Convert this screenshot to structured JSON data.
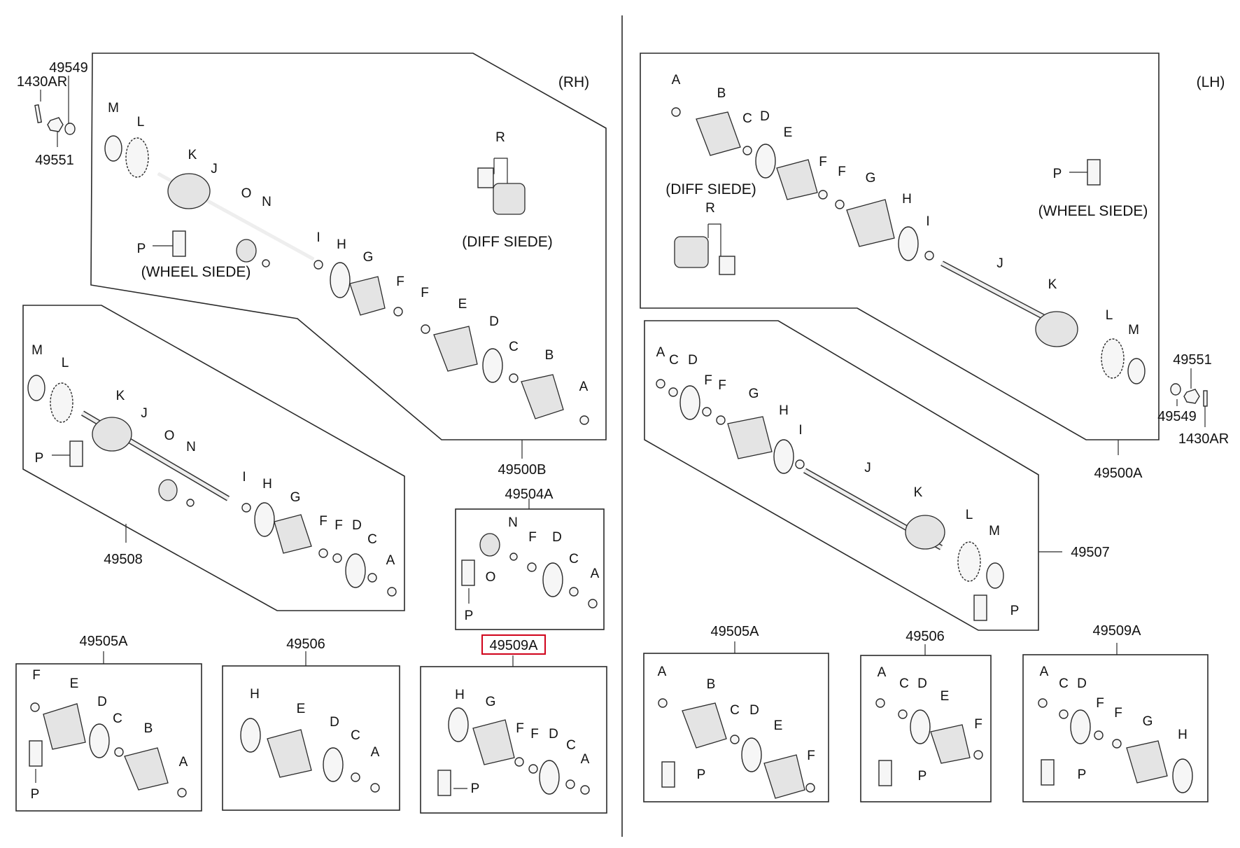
{
  "headings": {
    "rh": "(RH)",
    "lh": "(LH)"
  },
  "group_numbers": {
    "n49500B": "49500B",
    "n49504A": "49504A",
    "n49508": "49508",
    "n49505A_rh": "49505A",
    "n49506_rh": "49506",
    "n49509A_rh": "49509A",
    "n49500A": "49500A",
    "n49507": "49507",
    "n49505A_lh": "49505A",
    "n49506_lh": "49506",
    "n49509A_lh": "49509A"
  },
  "loose_parts": {
    "rh_a": "49549",
    "rh_b": "1430AR",
    "rh_c": "49551",
    "lh_a": "49551",
    "lh_b": "49549",
    "lh_c": "1430AR"
  },
  "side_labels": {
    "rh_wheel": "(WHEEL SIEDE)",
    "rh_diff": "(DIFF SIEDE)",
    "lh_diff": "(DIFF SIEDE)",
    "lh_wheel": "(WHEEL SIEDE)"
  },
  "highlighted_part": "49509A",
  "callout_letters": [
    "A",
    "B",
    "C",
    "D",
    "E",
    "F",
    "G",
    "H",
    "I",
    "J",
    "K",
    "L",
    "M",
    "N",
    "O",
    "P",
    "R"
  ]
}
